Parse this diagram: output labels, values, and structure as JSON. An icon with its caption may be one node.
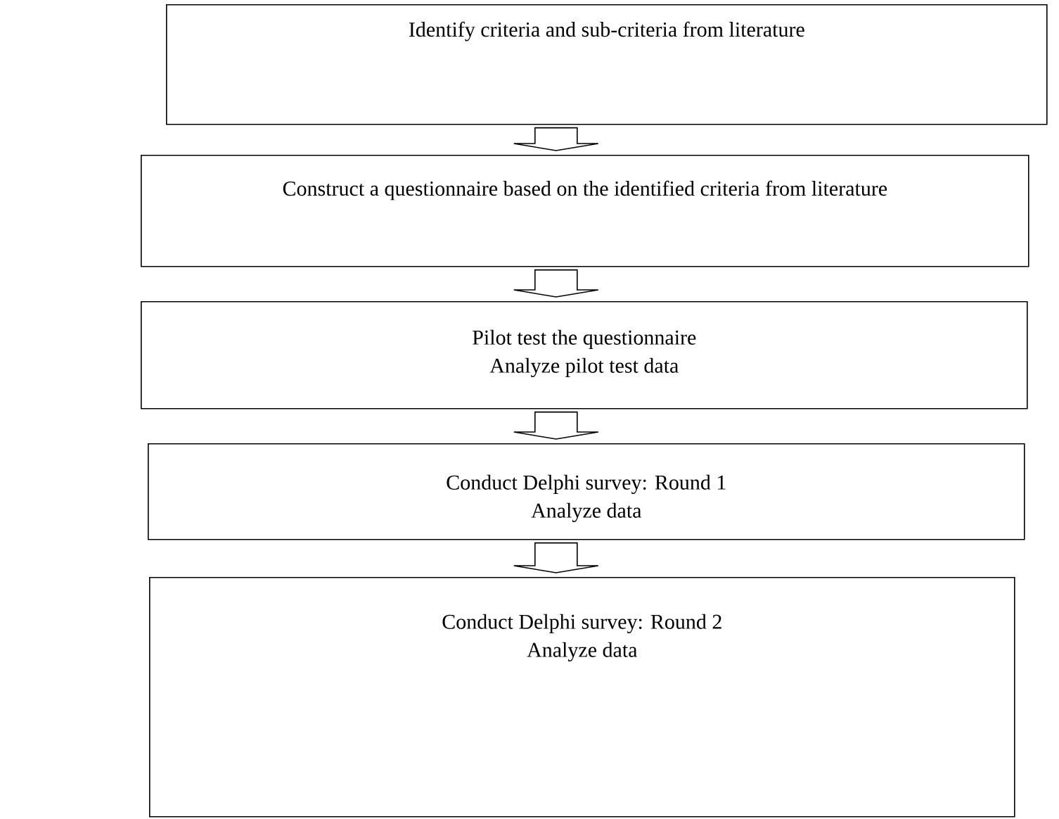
{
  "diagram": {
    "nodes": [
      {
        "text": [
          "Identify criteria and sub-criteria from literature"
        ]
      },
      {
        "text": [
          "Construct a questionnaire based on the identified criteria from literature"
        ]
      },
      {
        "text": [
          "Pilot test the questionnaire",
          "Analyze pilot test data"
        ]
      },
      {
        "text": [
          "Conduct Delphi survey: Round 1",
          "Analyze data"
        ]
      },
      {
        "text": [
          "Conduct Delphi survey: Round 2",
          "Analyze data"
        ]
      }
    ],
    "edges": [
      {
        "from": 0,
        "to": 1,
        "arrow": "to"
      },
      {
        "from": 1,
        "to": 2,
        "arrow": "to"
      },
      {
        "from": 2,
        "to": 3,
        "arrow": "to"
      },
      {
        "from": 3,
        "to": 4,
        "arrow": "to"
      }
    ]
  }
}
